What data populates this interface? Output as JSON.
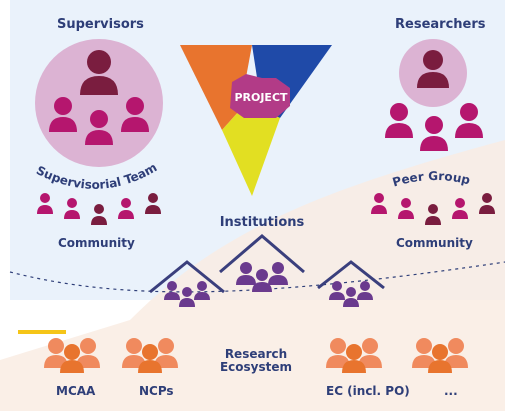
{
  "title_labels": {
    "supervisors": "Supervisors",
    "researchers": "Researchers",
    "supervisorial_team": "Supervisorial Team",
    "peer_group": "Peer Group",
    "community_left": "Community",
    "community_right": "Community",
    "institutions": "Institutions",
    "research_ecosystem": [
      "Research",
      "Ecosystem"
    ],
    "project": "PROJECT"
  },
  "ecosystem_items": [
    "MCAA",
    "NCPs",
    "EC (incl. PO)",
    "..."
  ],
  "colors": {
    "navy": "#2e3e78",
    "magenta": "#b5166e",
    "dark_red": "#7a1d3f",
    "lilac_circle": "#dcb3d3",
    "light_blue_bg": "#eaf2fb",
    "beige_bg": "#f9ece3",
    "orange": "#e8742e",
    "salmon": "#f08a5e",
    "purple_puzzle": "#b23b87",
    "blue_triangle": "#1f4aa8",
    "yellow_triangle": "#e2df22",
    "institution_purple": "#6a3a8e",
    "roof": "#3a3f7d",
    "accent_yellow": "#f5c518"
  },
  "icons": [
    "person-icon",
    "group-icon",
    "house-icon",
    "puzzle-project-icon"
  ]
}
